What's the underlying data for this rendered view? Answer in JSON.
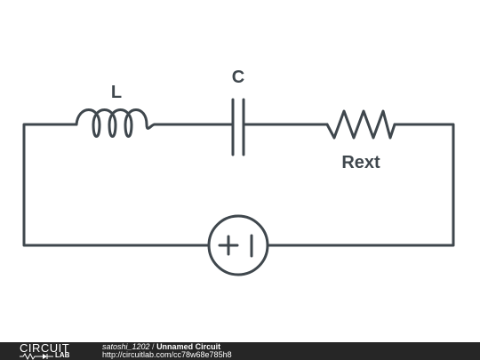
{
  "circuit": {
    "inductor_label": "L",
    "capacitor_label": "C",
    "resistor_label": "Rext",
    "source_symbol": "+ |",
    "wire_color": "#3f474d"
  },
  "footer": {
    "logo_top": "CIRCUIT",
    "logo_bottom": "LAB",
    "username": "satoshi_1202",
    "separator": " / ",
    "circuit_name": "Unnamed Circuit",
    "url": "http://circuitlab.com/cc78w68e785h8",
    "background_color": "#262626"
  }
}
